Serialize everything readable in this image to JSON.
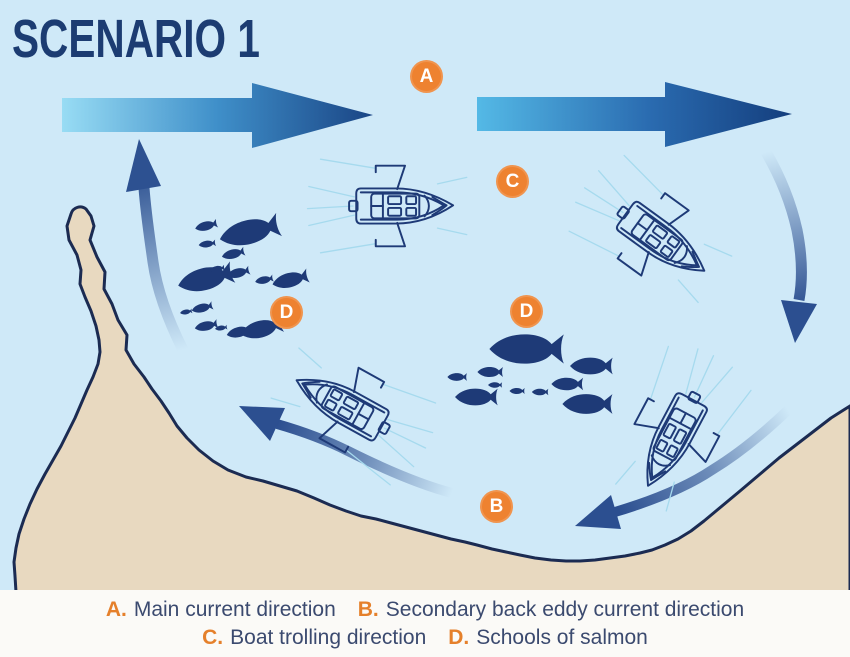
{
  "title": "SCENARIO 1",
  "markers": {
    "a": "A",
    "b": "B",
    "c": "C",
    "d": "D"
  },
  "legend": {
    "items": [
      {
        "key": "A.",
        "label": "Main current direction"
      },
      {
        "key": "B.",
        "label": "Secondary back eddy current direction"
      },
      {
        "key": "C.",
        "label": "Boat trolling direction"
      },
      {
        "key": "D.",
        "label": "Schools of salmon"
      }
    ]
  },
  "colors": {
    "water": "#cfe9f8",
    "land": "#e8d9c0",
    "coastline": "#1b2b52",
    "navy": "#1e3a77",
    "marker_orange": "#ee8230",
    "legend_key_orange": "#e5802b",
    "title_navy": "#1c3c72",
    "legend_text": "#3b4a6f",
    "main_arrow_light": "#98dcf4",
    "main_arrow_dark": "#1a4585",
    "eddy_arrow": "#2c4f90"
  },
  "icons": {
    "boat": "trolling-boat-icon",
    "salmon": "salmon-icon",
    "main_current": "straight-arrow-icon",
    "back_eddy": "curved-arrow-icon"
  }
}
